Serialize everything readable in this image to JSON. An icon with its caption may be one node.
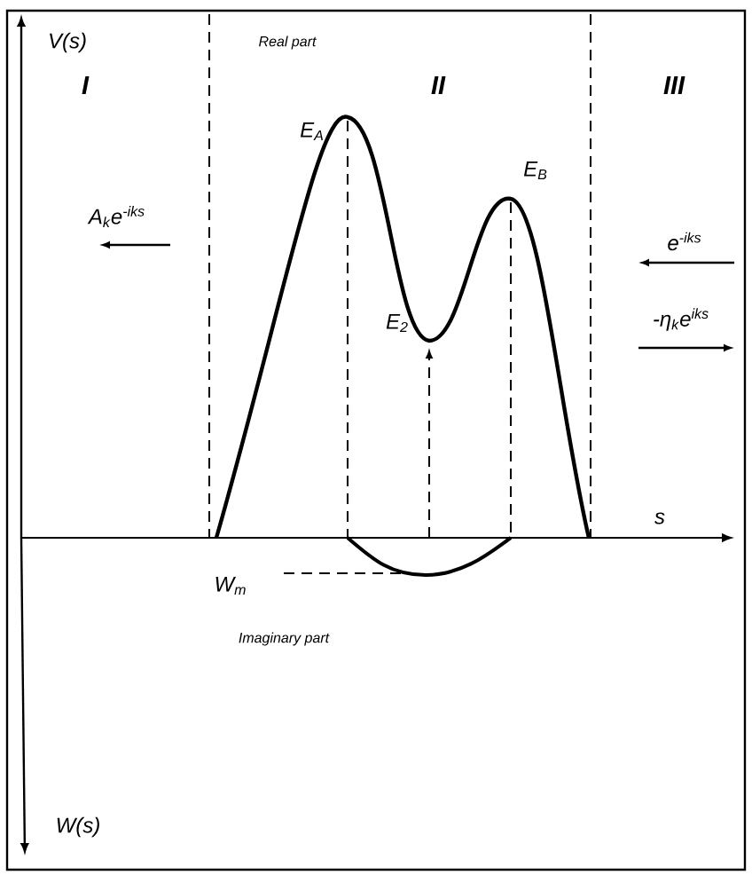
{
  "diagram": {
    "labels": [
      "V(s)",
      "I",
      "Real part",
      "II",
      "III",
      "E$_{A}$",
      "E$_{B}$",
      "A$_{k}$e$^{-iks}$",
      "e$^{-iks}$",
      "-η$_{k}$e$^{iks}$",
      "E$_{2}$",
      "s",
      "W$_{m}$",
      "Imaginary part",
      "W(s)"
    ]
  }
}
